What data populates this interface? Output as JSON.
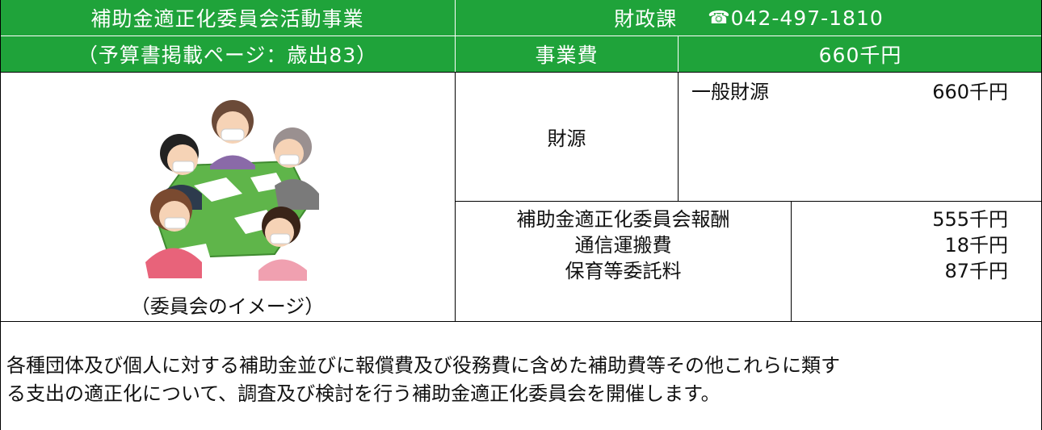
{
  "header": {
    "project_title": "補助金適正化委員会活動事業",
    "department": "財政課",
    "phone_icon": "telephone-icon",
    "phone_symbol": "☎",
    "phone": "042-497-1810",
    "budget_page": "（予算書掲載ページ：歳出83）",
    "cost_label": "事業費",
    "cost_value": "660千円"
  },
  "funding": {
    "label": "財源",
    "general_label": "一般財源",
    "general_value": "660千円"
  },
  "breakdown": {
    "items": [
      {
        "name": "補助金適正化委員会報酬",
        "value": "555千円"
      },
      {
        "name": "通信運搬費",
        "value": "18千円"
      },
      {
        "name": "保育等委託料",
        "value": "87千円"
      }
    ]
  },
  "image": {
    "caption": "（委員会のイメージ）"
  },
  "description": {
    "line1": "各種団体及び個人に対する補助金並びに報償費及び役務費に含めた補助費等その他これらに類す",
    "line2": "る支出の適正化について、調査及び検討を行う補助金適正化委員会を開催します。"
  }
}
